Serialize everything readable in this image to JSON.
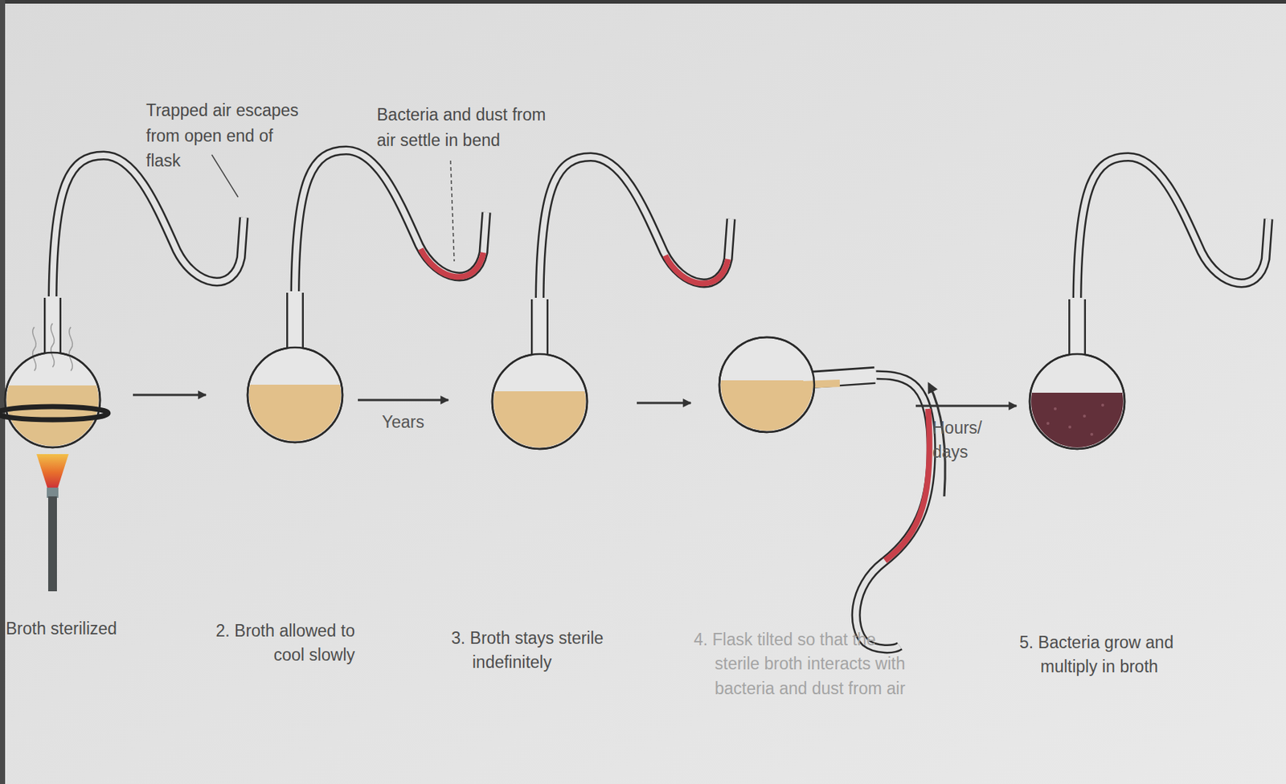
{
  "diagram": {
    "nodes": [
      {
        "text": [
          "Broth sterilized"
        ]
      },
      {
        "text": [
          "2. Broth allowed to cool slowly"
        ]
      },
      {
        "text": [
          "3. Broth stays sterile indefinitely"
        ]
      },
      {
        "text": [
          "4. Flask tilted so that the sterile broth interacts with bacteria and dust from air"
        ]
      },
      {
        "text": [
          "5. Bacteria grow and multiply in broth"
        ]
      }
    ],
    "edges": [
      {
        "from": 0,
        "to": 1,
        "arrow": "to"
      },
      {
        "from": 1,
        "to": 2,
        "arrow": "to",
        "label": "Years"
      },
      {
        "from": 2,
        "to": 3,
        "arrow": "to"
      },
      {
        "from": 3,
        "to": 4,
        "arrow": "to",
        "label": "Hours/ days"
      }
    ],
    "labels": [
      "Trapped air escapes from open end of flask",
      "Bacteria and dust from air settle in bend"
    ]
  }
}
